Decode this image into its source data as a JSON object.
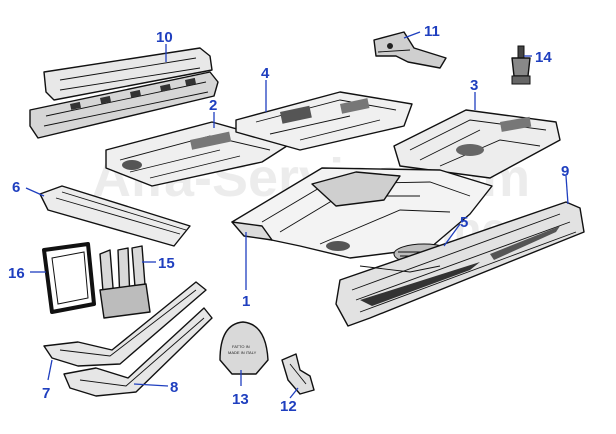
{
  "watermark": {
    "line1": "Alfa-Service.com",
    "line2": "Esarenne"
  },
  "callouts": [
    {
      "id": "1",
      "name": "floor-pan-assembly"
    },
    {
      "id": "2",
      "name": "rear-floor-section"
    },
    {
      "id": "3",
      "name": "trunk-floor"
    },
    {
      "id": "4",
      "name": "center-floor-section"
    },
    {
      "id": "5",
      "name": "round-cover-plate"
    },
    {
      "id": "6",
      "name": "cross-member"
    },
    {
      "id": "7",
      "name": "left-frame-rail"
    },
    {
      "id": "8",
      "name": "right-frame-rail"
    },
    {
      "id": "9",
      "name": "sill-panel"
    },
    {
      "id": "10",
      "name": "front-panel"
    },
    {
      "id": "11",
      "name": "mounting-bracket"
    },
    {
      "id": "12",
      "name": "small-bracket"
    },
    {
      "id": "13",
      "name": "cap-plate"
    },
    {
      "id": "14",
      "name": "bump-stop"
    },
    {
      "id": "15",
      "name": "bracket-set"
    },
    {
      "id": "16",
      "name": "gasket-frame"
    }
  ],
  "cap_text": {
    "line1": "FATTO IN",
    "line2": "MADE IN ITALY"
  }
}
